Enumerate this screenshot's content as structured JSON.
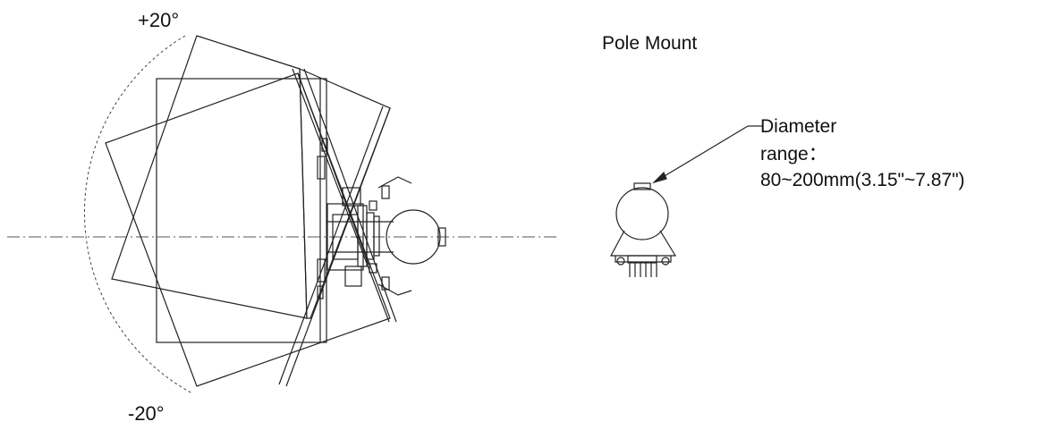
{
  "angle_top_label": "+20°",
  "angle_bottom_label": "-20°",
  "mount_title": "Pole Mount",
  "diameter_label_line1": "Diameter",
  "diameter_label_line2": "range：",
  "diameter_label_line3": "80~200mm(3.15\"~7.87\")"
}
